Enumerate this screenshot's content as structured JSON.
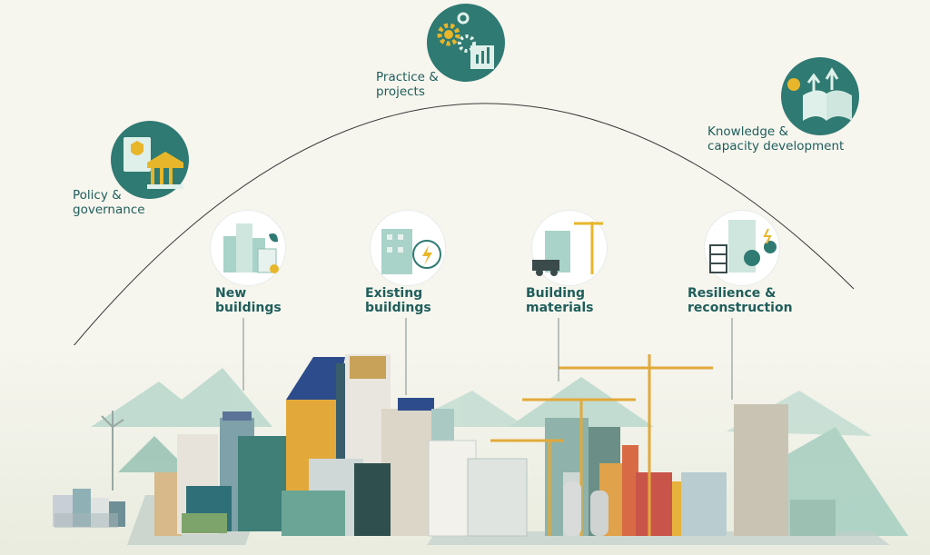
{
  "pillars": [
    {
      "id": "policy",
      "line1": "Policy &",
      "line2": "governance",
      "icon": "policy-icon"
    },
    {
      "id": "practice",
      "line1": "Practice &",
      "line2": "projects",
      "icon": "gears-icon"
    },
    {
      "id": "knowledge",
      "line1": "Knowledge &",
      "line2": "capacity development",
      "icon": "knowledge-icon"
    }
  ],
  "sectors": [
    {
      "id": "new",
      "line1": "New",
      "line2": "buildings",
      "icon": "new-buildings-icon"
    },
    {
      "id": "existing",
      "line1": "Existing",
      "line2": "buildings",
      "icon": "existing-buildings-icon"
    },
    {
      "id": "materials",
      "line1": "Building",
      "line2": "materials",
      "icon": "building-materials-icon"
    },
    {
      "id": "resilience",
      "line1": "Resilience &",
      "line2": "reconstruction",
      "icon": "resilience-icon"
    }
  ],
  "colors": {
    "teal": "#2f7a72",
    "text": "#1f5e5b",
    "accent": "#e8b62a",
    "mint": "#a9d3c8",
    "background": "#f6f5ee"
  }
}
